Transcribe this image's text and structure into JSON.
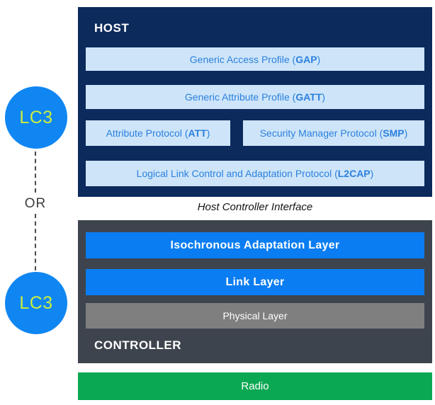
{
  "codec": {
    "top_label": "LC3",
    "bottom_label": "LC3",
    "or_label": "OR"
  },
  "host": {
    "title": "HOST",
    "layers": {
      "gap": {
        "prefix": "Generic Access Profile (",
        "acronym": "GAP",
        "suffix": ")"
      },
      "gatt": {
        "prefix": "Generic Attribute Profile (",
        "acronym": "GATT",
        "suffix": ")"
      },
      "att": {
        "prefix": "Attribute Protocol (",
        "acronym": "ATT",
        "suffix": ")"
      },
      "smp": {
        "prefix": "Security Manager Protocol (",
        "acronym": "SMP",
        "suffix": ")"
      },
      "l2cap": {
        "prefix": "Logical Link Control and Adaptation Protocol (",
        "acronym": "L2CAP",
        "suffix": ")"
      }
    }
  },
  "hci_label": "Host Controller Interface",
  "controller": {
    "title": "CONTROLLER",
    "layers": {
      "isochronous_adaptation": "Isochronous Adaptation Layer",
      "link": "Link Layer",
      "physical": "Physical Layer"
    }
  },
  "radio_label": "Radio",
  "colors": {
    "host_navy": "#0c2a5c",
    "host_layer_bg": "#cee5f9",
    "host_layer_text": "#2b80dd",
    "controller_slate": "#3e444d",
    "controller_layer_blue": "#0a7df2",
    "physical_gray": "#7f7f7f",
    "radio_green": "#0ba853",
    "lc3_circle_blue": "#0f86f2",
    "lc3_text_lime": "#cdee3e"
  }
}
